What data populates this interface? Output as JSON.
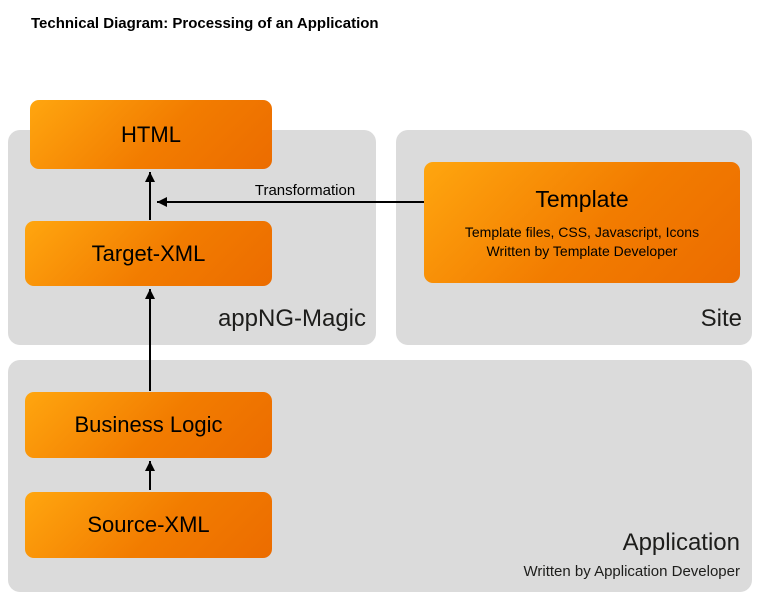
{
  "title": "Technical Diagram: Processing of an Application",
  "regions": {
    "appng_magic": {
      "label": "appNG-Magic"
    },
    "site": {
      "label": "Site"
    },
    "application": {
      "label": "Application",
      "sublabel": "Written by Application Developer"
    }
  },
  "nodes": {
    "html": {
      "label": "HTML"
    },
    "target_xml": {
      "label": "Target-XML"
    },
    "business_logic": {
      "label": "Business Logic"
    },
    "source_xml": {
      "label": "Source-XML"
    },
    "template": {
      "title": "Template",
      "line1": "Template files, CSS, Javascript, Icons",
      "line2": "Written by Template Developer"
    }
  },
  "arrows": {
    "transformation_label": "Transformation"
  },
  "colors": {
    "box_gradient_top": "#FFA60F",
    "box_gradient_bottom": "#EC6C00",
    "region_background": "#DBDBDB",
    "arrow": "#000000",
    "text": "#000000"
  }
}
